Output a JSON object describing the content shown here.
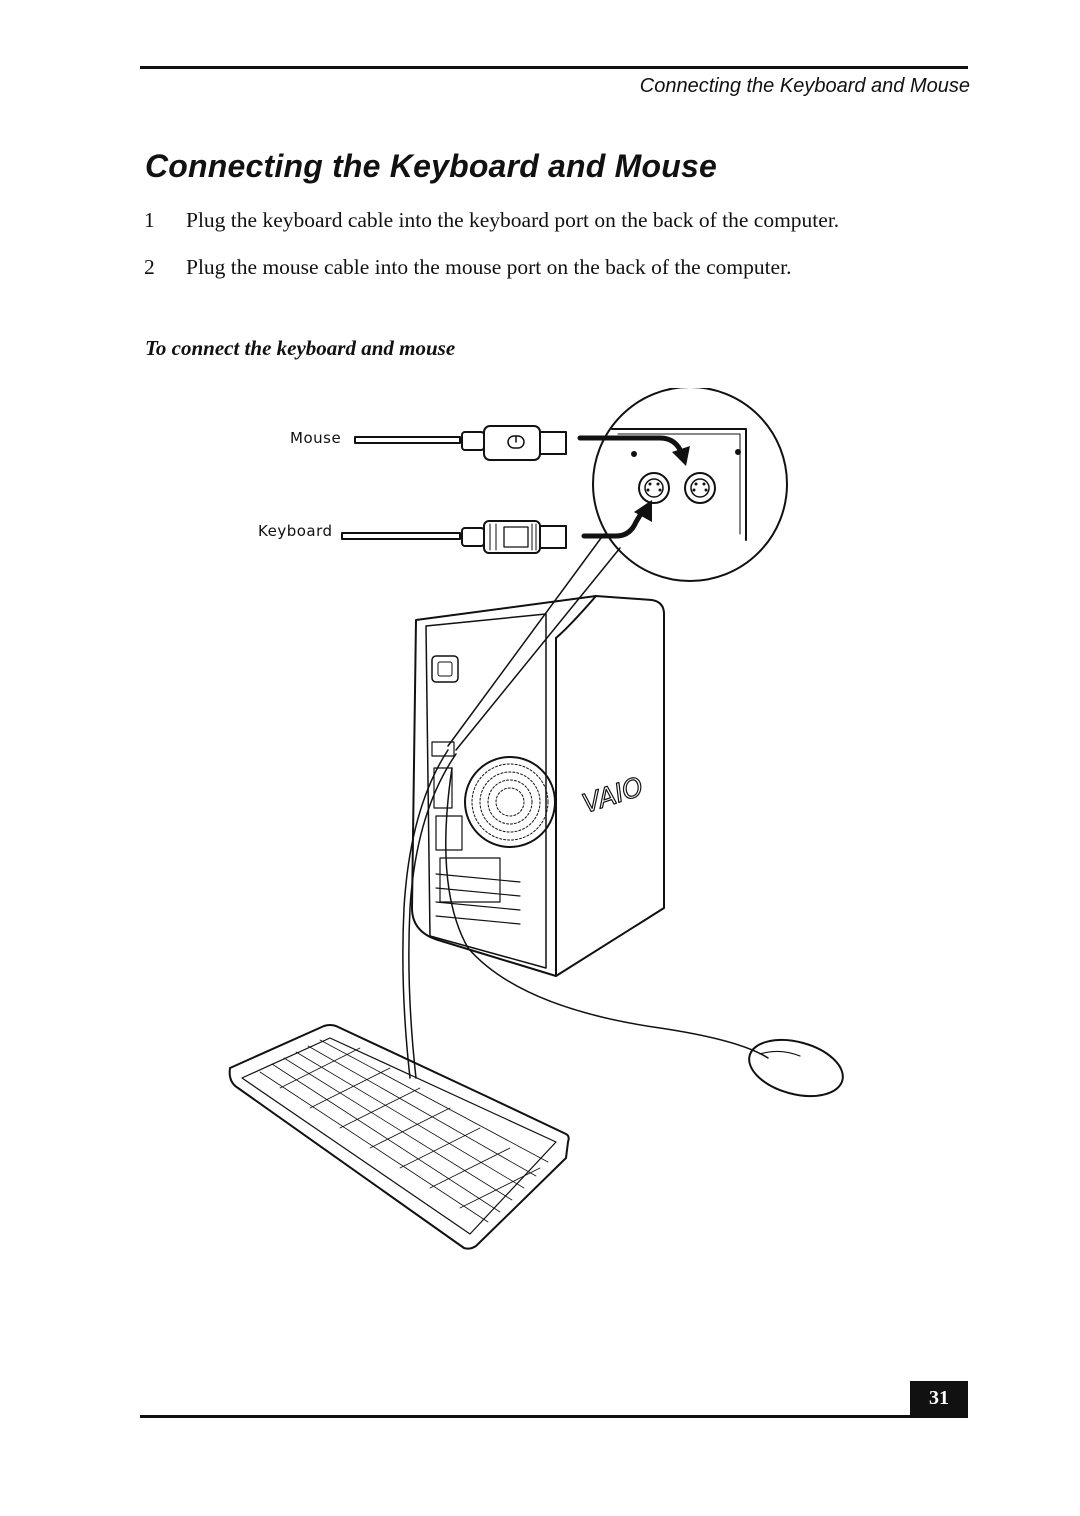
{
  "header": {
    "running_title": "Connecting the Keyboard and Mouse"
  },
  "title": "Connecting the Keyboard and Mouse",
  "steps": [
    {
      "num": "1",
      "text": "Plug the keyboard cable into the keyboard port on the back of the computer."
    },
    {
      "num": "2",
      "text": "Plug the mouse cable into the mouse port on the back of the computer."
    }
  ],
  "section_heading": "To connect the keyboard and mouse",
  "figure": {
    "labels": {
      "mouse": "Mouse",
      "keyboard": "Keyboard"
    }
  },
  "footer": {
    "page_number": "31"
  }
}
